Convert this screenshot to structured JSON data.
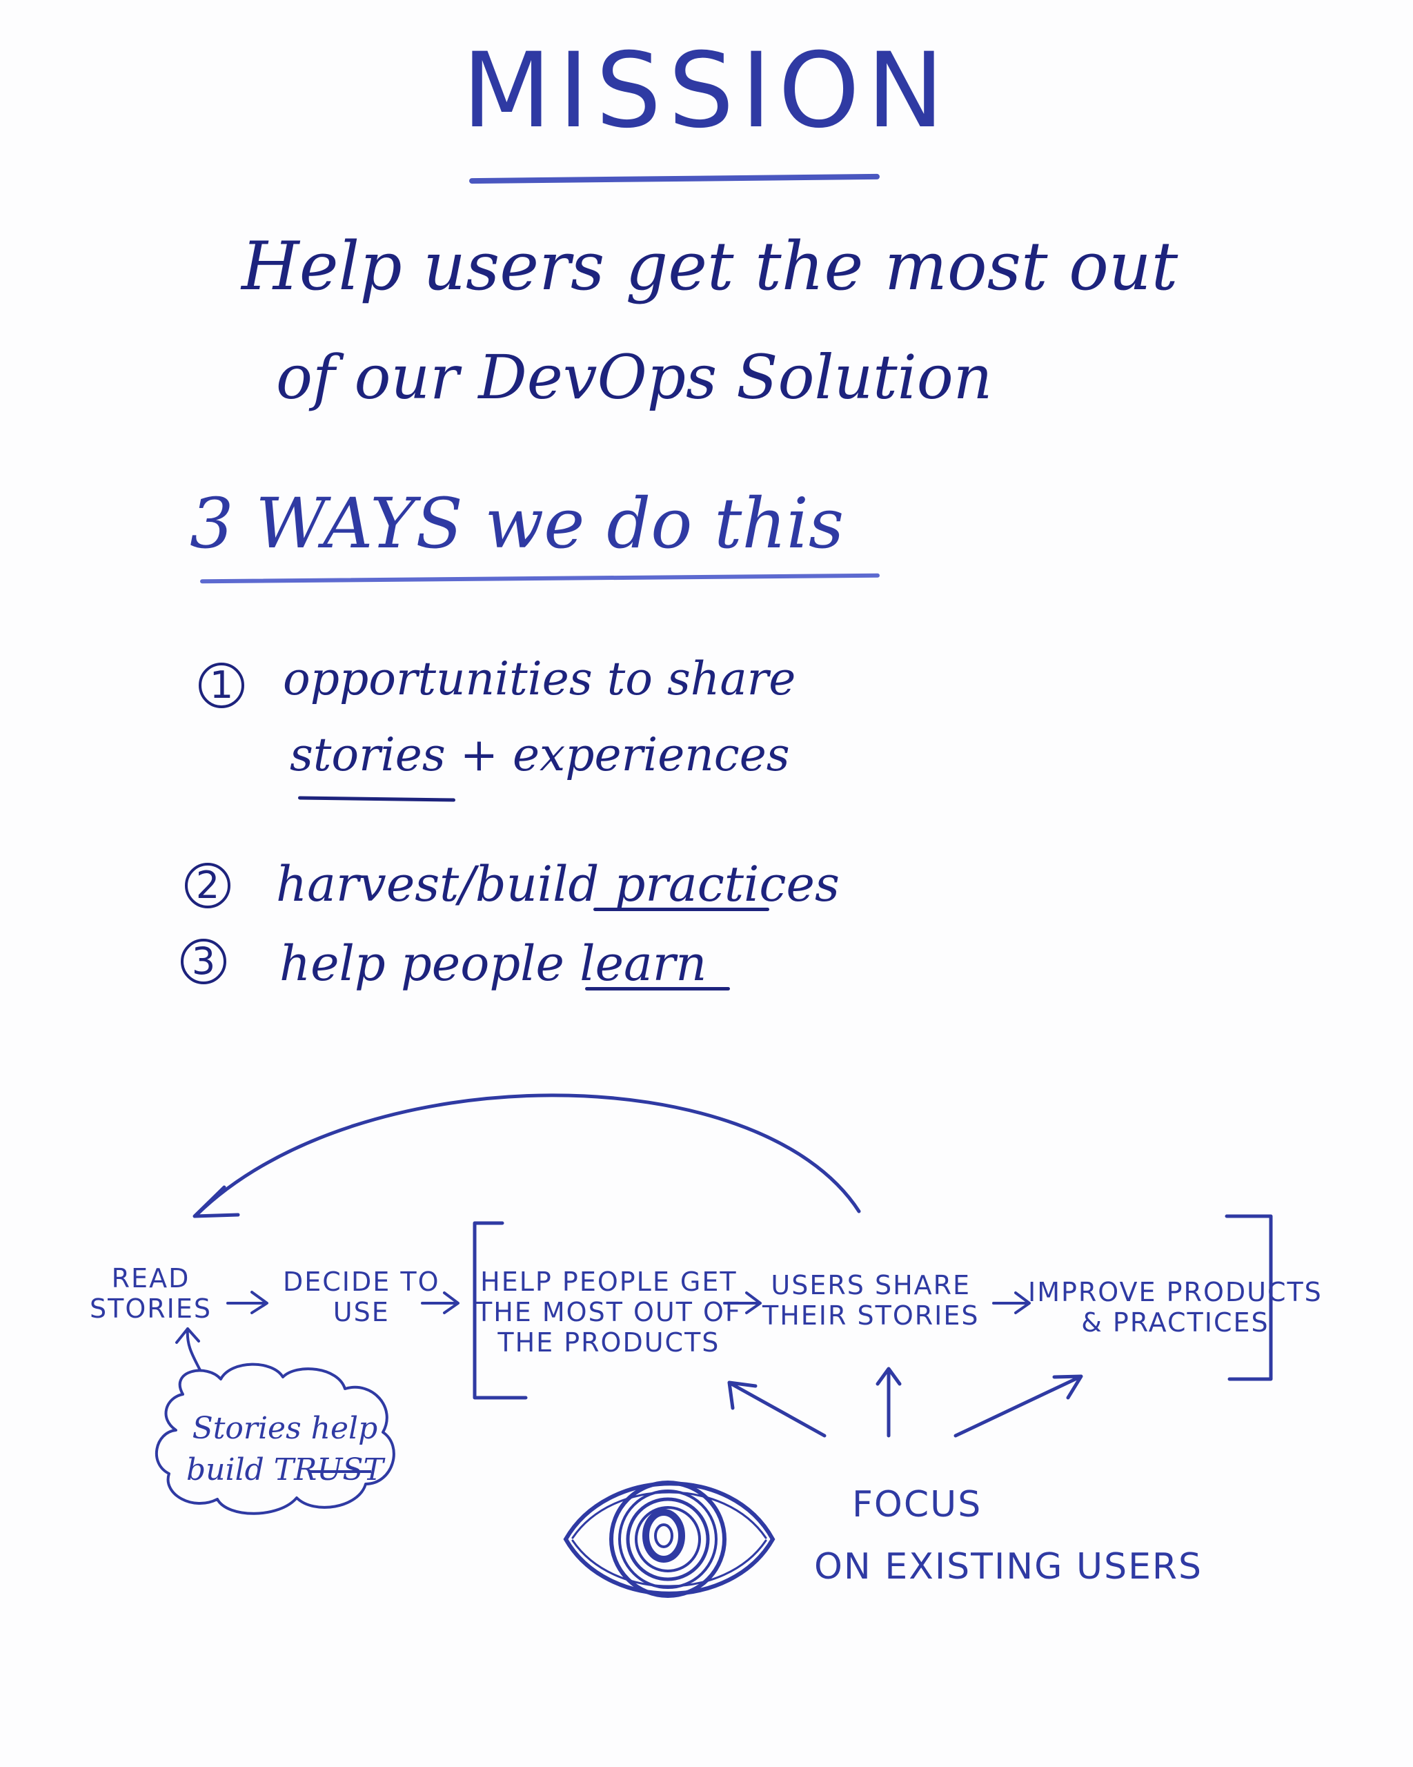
{
  "title": "MISSION",
  "mission": {
    "line1": "Help users get the most out",
    "line2": "of our DevOps Solution"
  },
  "ways": {
    "heading": "3 WAYS we do this",
    "items": [
      {
        "number": "1",
        "line1": "opportunities to share",
        "line2": "stories + experiences"
      },
      {
        "number": "2",
        "text": "harvest/build practices"
      },
      {
        "number": "3",
        "text": "help people learn"
      }
    ]
  },
  "flow": {
    "steps": [
      {
        "line1": "READ",
        "line2": "STORIES"
      },
      {
        "line1": "DECIDE TO",
        "line2": "USE"
      },
      {
        "line1": "HELP PEOPLE GET",
        "line2": "THE MOST OUT OF",
        "line3": "THE PRODUCTS"
      },
      {
        "line1": "USERS SHARE",
        "line2": "THEIR STORIES"
      },
      {
        "line1": "IMPROVE PRODUCTS",
        "line2": "& PRACTICES"
      }
    ],
    "cloud": {
      "line1": "Stories help",
      "line2": "build TRUST"
    },
    "focus": {
      "line1": "FOCUS",
      "line2": "ON EXISTING USERS"
    }
  },
  "colors": {
    "ink": "#2f3aa3",
    "dark_ink": "#1d237d",
    "background": "#fdfdfe"
  },
  "icons": [
    "eye-icon",
    "cloud-icon",
    "curved-arrow-icon",
    "right-arrow-icon",
    "up-arrow-icon",
    "bracket-icon"
  ]
}
